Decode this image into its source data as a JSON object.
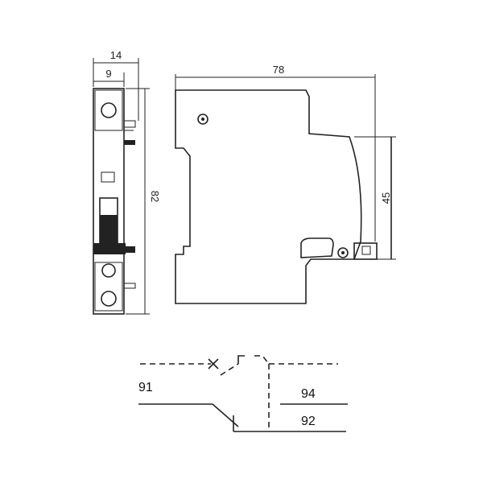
{
  "dimensions": {
    "width_total": "14",
    "width_partial": "9",
    "height": "82",
    "depth": "78",
    "front_height": "45"
  },
  "terminals": {
    "common": "91",
    "no_contact": "94",
    "nc_contact": "92"
  },
  "colors": {
    "line": "#222222",
    "background": "#ffffff",
    "fill_dark": "#222222"
  },
  "icons": {
    "mounting_hole": "circle-icon",
    "fault_cross": "x-mark-icon"
  }
}
